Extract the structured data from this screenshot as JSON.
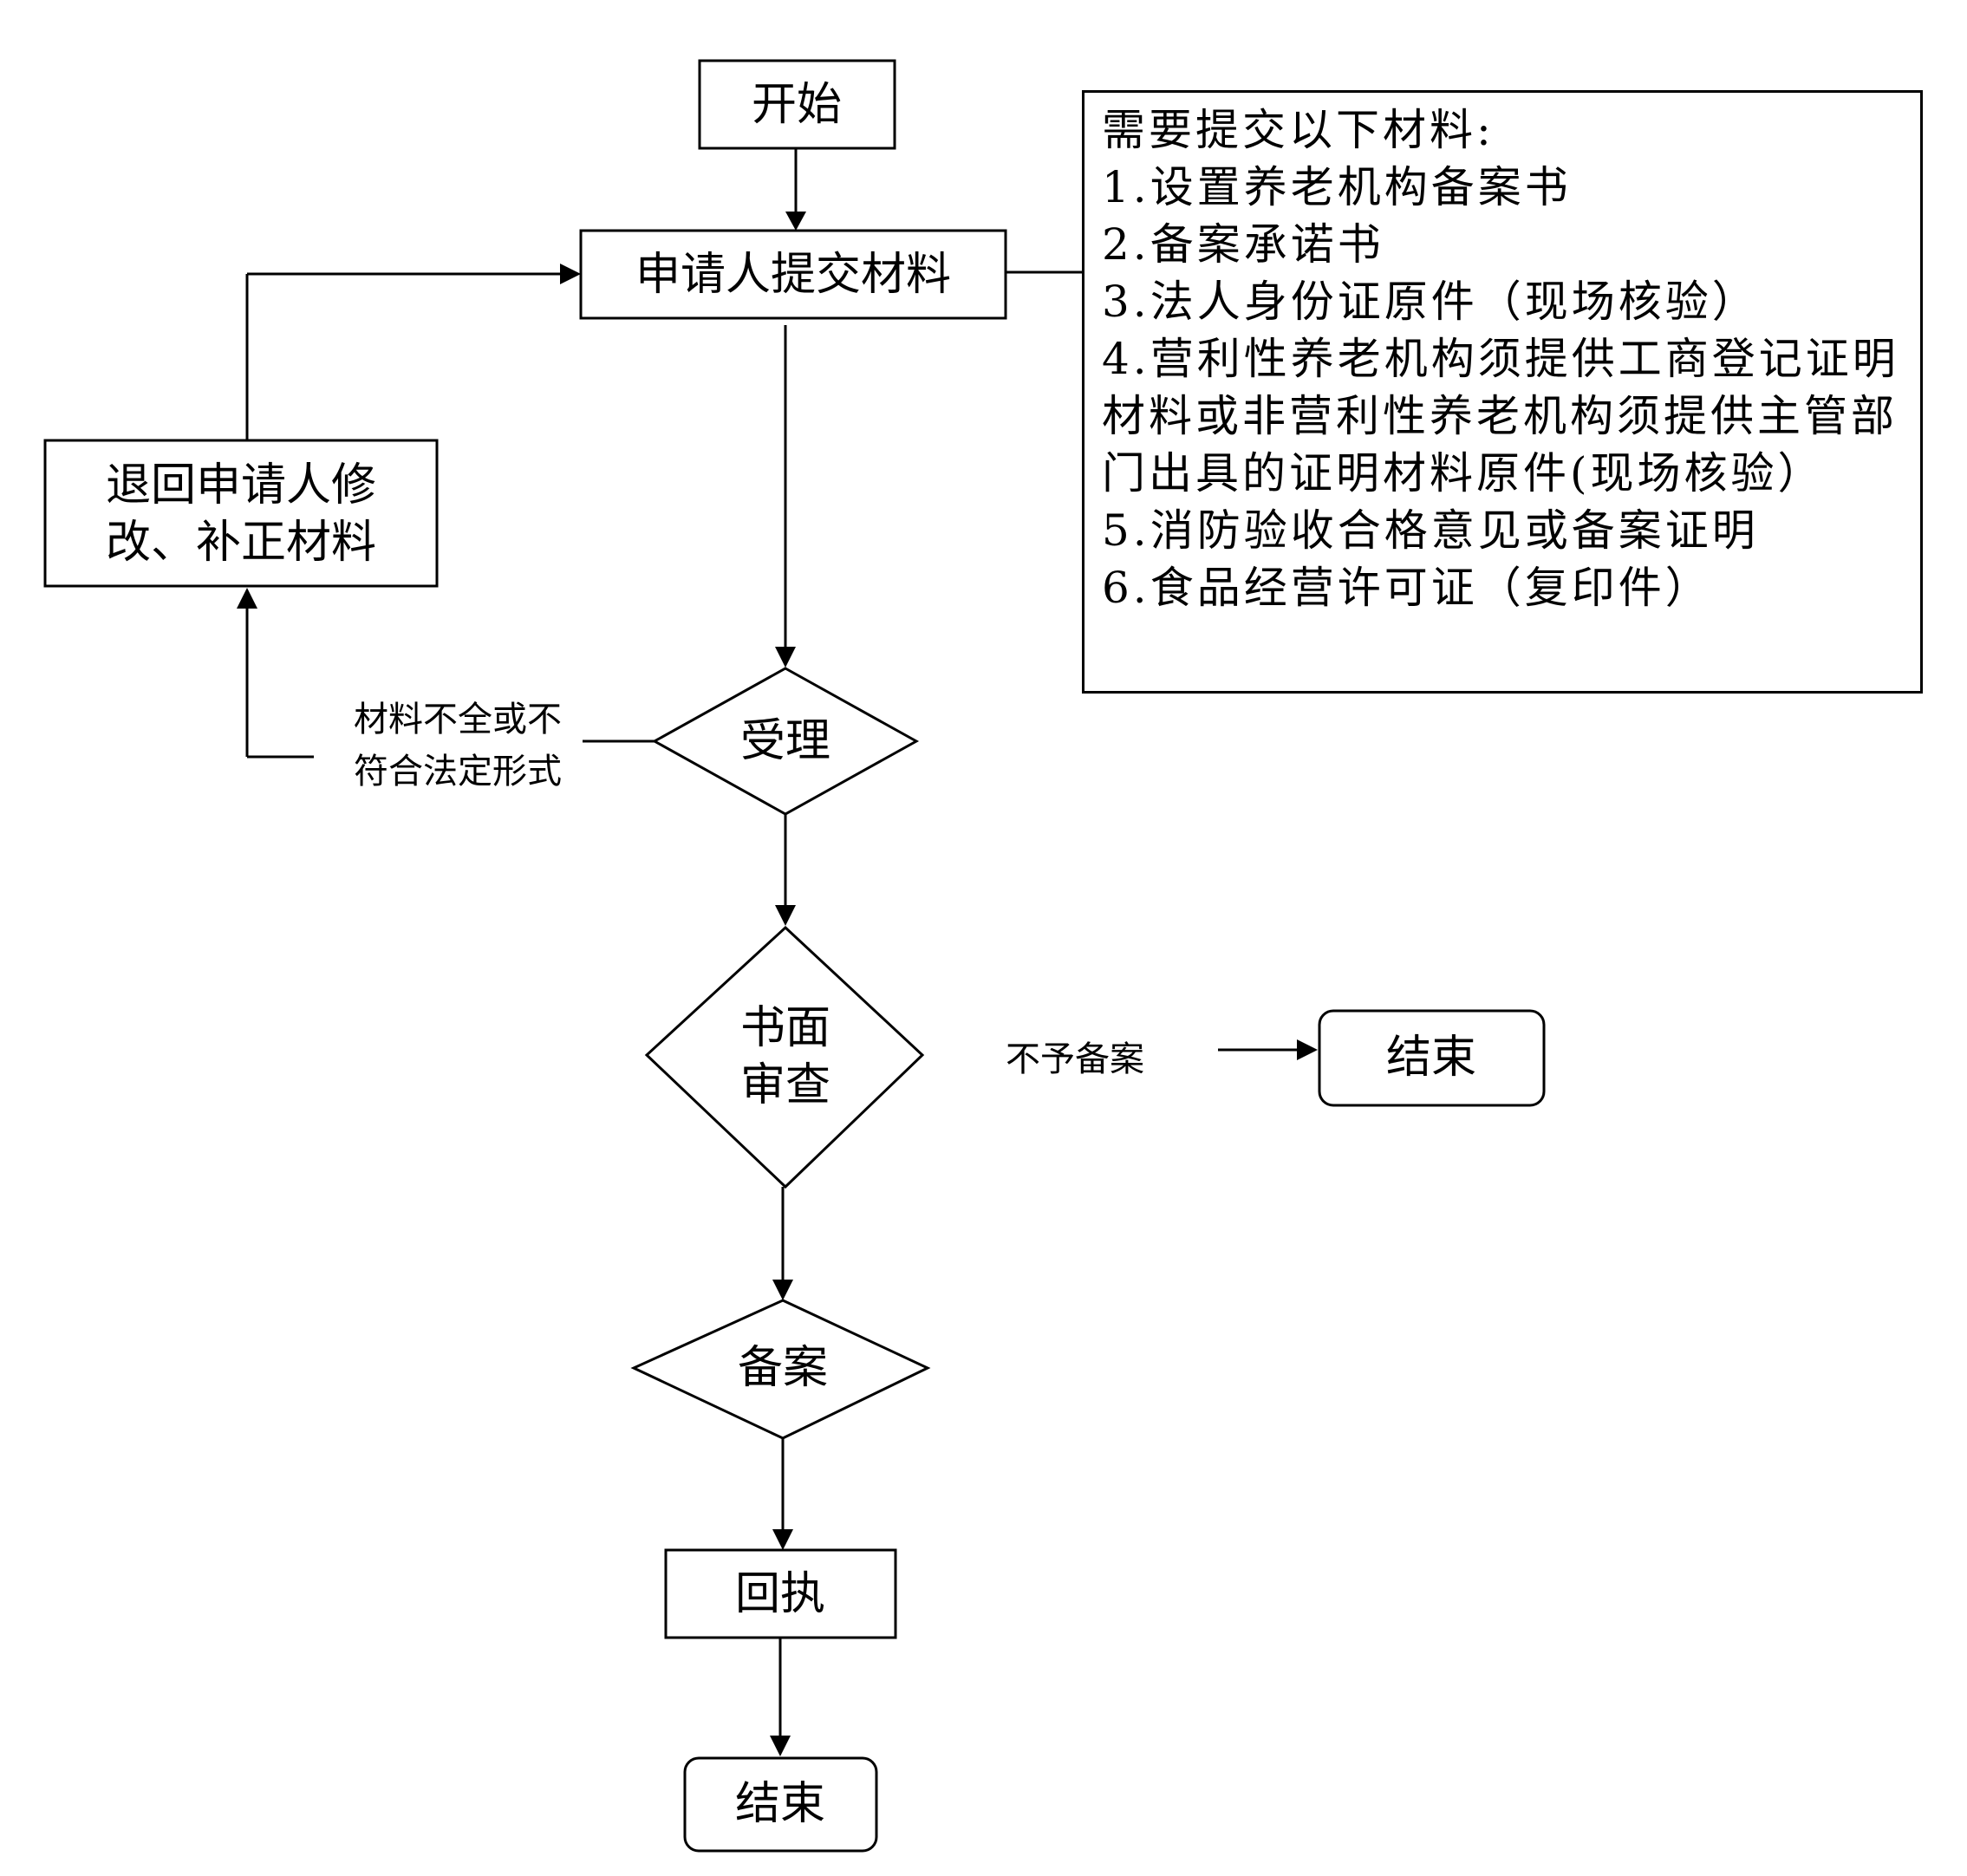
{
  "flowchart": {
    "start": "开始",
    "submit": "申请人提交材料",
    "return_line1": "退回申请人修",
    "return_line2": "改、补正材料",
    "accept": "受理",
    "incomplete_label_line1": "材料不全或不",
    "incomplete_label_line2": "符合法定形式",
    "review_line1": "书面",
    "review_line2": "审查",
    "reject_label": "不予备案",
    "end_reject": "结束",
    "filing": "备案",
    "receipt": "回执",
    "end": "结束"
  },
  "materials": {
    "title": "需要提交以下材料:",
    "items": [
      "1.设置养老机构备案书",
      "2.备案承诺书",
      "3.法人身份证原件（现场核验）",
      "4.营利性养老机构须提供工商登记证明材料或非营利性养老机构须提供主管部门出具的证明材料原件(现场核验）",
      "5.消防验收合格意见或备案证明",
      "6.食品经营许可证（复印件）"
    ]
  },
  "colors": {
    "stroke": "#000000",
    "background": "#ffffff"
  }
}
